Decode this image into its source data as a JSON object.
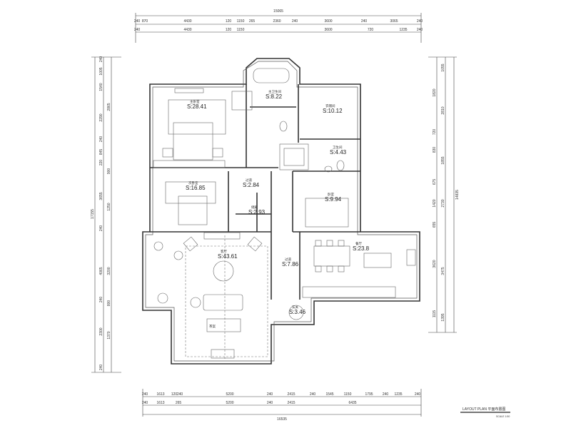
{
  "title_block": {
    "title": "LAYOUT PLAN 平面布置图",
    "scale": "SCALE 1:50"
  },
  "overall": {
    "top": "15065",
    "bottom": "16535",
    "left": "17155",
    "right": "14835"
  },
  "dims": {
    "top1": [
      "240",
      "870",
      "4430",
      "120",
      "1150",
      "265",
      "2360",
      "240",
      "3600",
      "240",
      "3065",
      "240"
    ],
    "top2": [
      "240",
      "4430",
      "120",
      "1150",
      "3600",
      "720",
      "1235",
      "240"
    ],
    "bot1": [
      "240",
      "1613",
      "120",
      "240",
      "5200",
      "240",
      "2415",
      "240",
      "1545",
      "1150",
      "1795",
      "240",
      "1235",
      "240"
    ],
    "bot2": [
      "240",
      "1613",
      "265",
      "5200",
      "240",
      "2415",
      "6435"
    ],
    "left1": [
      "240",
      "1005",
      "1540",
      "2290",
      "240",
      "845",
      "220",
      "3655",
      "240",
      "4065",
      "240",
      "2300",
      "240"
    ],
    "left2": [
      "2865",
      "900",
      "1250",
      "3200",
      "800",
      "1370"
    ],
    "right1": [
      "1820",
      "720",
      "830",
      "675",
      "1420",
      "655",
      "3620",
      "1115"
    ],
    "right2": [
      "1055",
      "2810",
      "1855",
      "2730",
      "3475",
      "1395"
    ]
  },
  "rooms": [
    {
      "name": "主卧室",
      "area": "S:28.41"
    },
    {
      "name": "主卫生间",
      "area": "S:8.22"
    },
    {
      "name": "衣帽间",
      "area": "S:10.12"
    },
    {
      "name": "卫生间",
      "area": "S:4.43"
    },
    {
      "name": "次卧室",
      "area": "S:16.85"
    },
    {
      "name": "过道",
      "area": "S:2.84"
    },
    {
      "name": "储藏",
      "area": "S:2.93"
    },
    {
      "name": "卧室",
      "area": "S:9.94"
    },
    {
      "name": "客厅",
      "area": "S:43.61"
    },
    {
      "name": "过道",
      "area": "S:7.86"
    },
    {
      "name": "餐厅",
      "area": "S:23.8"
    },
    {
      "name": "玄关",
      "area": "S:3.46"
    }
  ],
  "furniture": {
    "tea_table": "茶案"
  }
}
